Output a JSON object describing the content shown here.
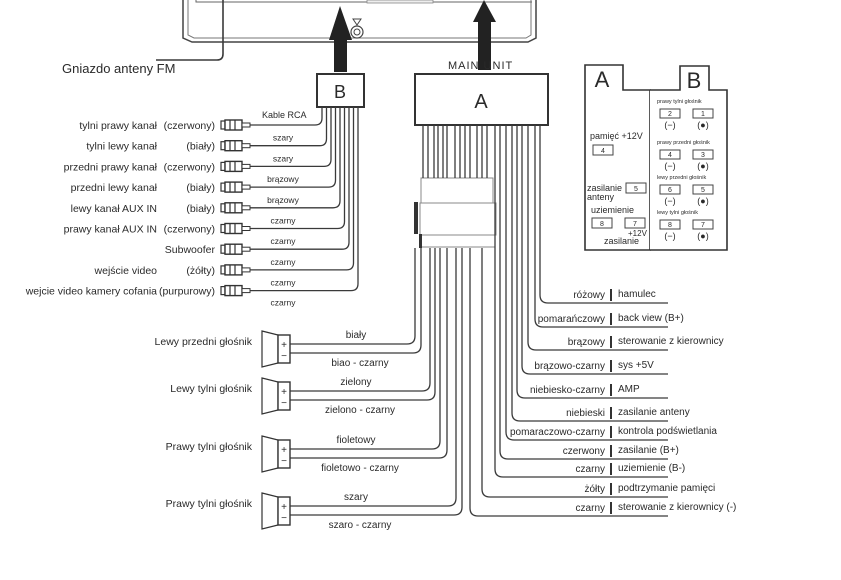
{
  "head_unit": {
    "antenna_label": "Gniazdo anteny FM",
    "main_unit_label": "MAIN UNIT"
  },
  "connector_b": {
    "label": "B"
  },
  "connector_a": {
    "label": "A"
  },
  "rca": {
    "cable_title": "Kable RCA",
    "rows": [
      {
        "name": "tylni  prawy kanał",
        "color": "(czerwony)",
        "wire": "szary"
      },
      {
        "name": "tylni  lewy kanał",
        "color": "(biały)",
        "wire": "szary"
      },
      {
        "name": "przedni prawy kanał",
        "color": "(czerwony)",
        "wire": "brązowy"
      },
      {
        "name": "przedni lewy kanał",
        "color": "(biały)",
        "wire": "brązowy"
      },
      {
        "name": "lewy kanał AUX IN",
        "color": "(biały)",
        "wire": "czarny"
      },
      {
        "name": "prawy kanał AUX IN",
        "color": "(czerwony)",
        "wire": "czarny"
      },
      {
        "name": "Subwoofer",
        "color": "",
        "wire": "czarny"
      },
      {
        "name": "wejście video",
        "color": "(żółty)",
        "wire": "czarny"
      },
      {
        "name": "wejcie video kamery cofania",
        "color": "(purpurowy)",
        "wire": "czarny"
      }
    ]
  },
  "speakers": [
    {
      "name": "Lewy przedni głośnik",
      "plus_wire": "biały",
      "minus_wire": "biao - czarny"
    },
    {
      "name": "Lewy tylni głośnik",
      "plus_wire": "zielony",
      "minus_wire": "zielono - czarny"
    },
    {
      "name": "Prawy tylni głośnik",
      "plus_wire": "fioletowy",
      "minus_wire": "fioletowo - czarny"
    },
    {
      "name": "Prawy tylni głośnik",
      "plus_wire": "szary",
      "minus_wire": "szaro - czarny"
    }
  ],
  "speaker_terminals": {
    "plus": "+",
    "minus": "−"
  },
  "wires_right": [
    {
      "color": "różowy",
      "function": "hamulec"
    },
    {
      "color": "pomarańczowy",
      "function": "back view (B+)"
    },
    {
      "color": "brązowy",
      "function": "sterowanie z kierownicy"
    },
    {
      "color": "brązowo-czarny",
      "function": "sys +5V"
    },
    {
      "color": "niebiesko-czarny",
      "function": "AMP"
    },
    {
      "color": "niebieski",
      "function": "zasilanie anteny"
    },
    {
      "color": "pomaraczowo-czarny",
      "function": "kontrola podświetlania"
    },
    {
      "color": "czerwony",
      "function": "zasilanie (B+)"
    },
    {
      "color": "czarny",
      "function": "uziemienie (B-)"
    },
    {
      "color": "żółty",
      "function": "podtrzymanie pamięci"
    },
    {
      "color": "czarny",
      "function": "sterowanie z kierownicy (-)"
    }
  ],
  "pinout": {
    "a": {
      "label": "A",
      "memory": "pamięć +12V",
      "pin_memory": "4",
      "antenna": "zasilanie",
      "antenna2": "anteny",
      "pin_antenna": "5",
      "ground": "uziemienie",
      "pin_ground": "8",
      "pin_power": "7",
      "power_v": "+12V",
      "power": "zasilanie"
    },
    "b": {
      "label": "B",
      "groups": [
        {
          "title": "prawy tylni głośnik",
          "neg_pin": "2",
          "pos_pin": "1"
        },
        {
          "title": "prawy przedni głośnik",
          "neg_pin": "4",
          "pos_pin": "3"
        },
        {
          "title": "lewy przedni głośnik",
          "neg_pin": "6",
          "pos_pin": "5"
        },
        {
          "title": "lewy tylni głośnik",
          "neg_pin": "8",
          "pos_pin": "7"
        }
      ],
      "neg_symbol": "(−)",
      "pos_symbol": "(●)"
    }
  }
}
